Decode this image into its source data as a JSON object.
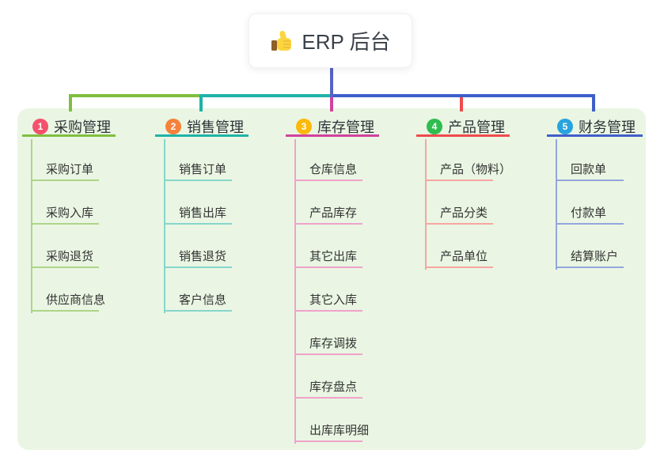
{
  "root": {
    "title": "ERP 后台",
    "icon": "thumbs-up-icon"
  },
  "colors": {
    "panel_background": "#EAF6E3",
    "root_line": "#5565C4"
  },
  "branches": [
    {
      "number": "1",
      "label": "采购管理",
      "line_color": "#7FBE3F",
      "light_line_color": "#AED488",
      "badge_color": "#F4516C",
      "items": [
        "采购订单",
        "采购入库",
        "采购退货",
        "供应商信息"
      ]
    },
    {
      "number": "2",
      "label": "销售管理",
      "line_color": "#1FB3A7",
      "light_line_color": "#85D6CC",
      "badge_color": "#F5823B",
      "items": [
        "销售订单",
        "销售出库",
        "销售退货",
        "客户信息"
      ]
    },
    {
      "number": "3",
      "label": "库存管理",
      "line_color": "#D0439C",
      "light_line_color": "#F0A2CB",
      "badge_color": "#FBB90B",
      "items": [
        "仓库信息",
        "产品库存",
        "其它出库",
        "其它入库",
        "库存调拨",
        "库存盘点",
        "出库库明细"
      ]
    },
    {
      "number": "4",
      "label": "产品管理",
      "line_color": "#EF4B4B",
      "light_line_color": "#F6A6A2",
      "badge_color": "#2EBD4E",
      "items": [
        "产品（物料）",
        "产品分类",
        "产品单位"
      ]
    },
    {
      "number": "5",
      "label": "财务管理",
      "line_color": "#3E5FC9",
      "light_line_color": "#93A6DC",
      "badge_color": "#29A3DD",
      "items": [
        "回款单",
        "付款单",
        "结算账户"
      ]
    }
  ]
}
